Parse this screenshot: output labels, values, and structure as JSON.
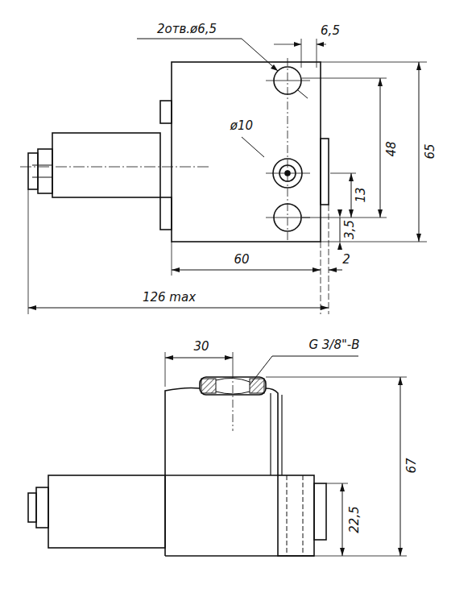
{
  "diagram": {
    "labels": [
      "2отв.ø6,5",
      "6,5",
      "ø10",
      "48",
      "65",
      "13",
      "3,5",
      "60",
      "2",
      "126 max",
      "30",
      "G 3/8\"-B",
      "67",
      "22,5"
    ]
  }
}
